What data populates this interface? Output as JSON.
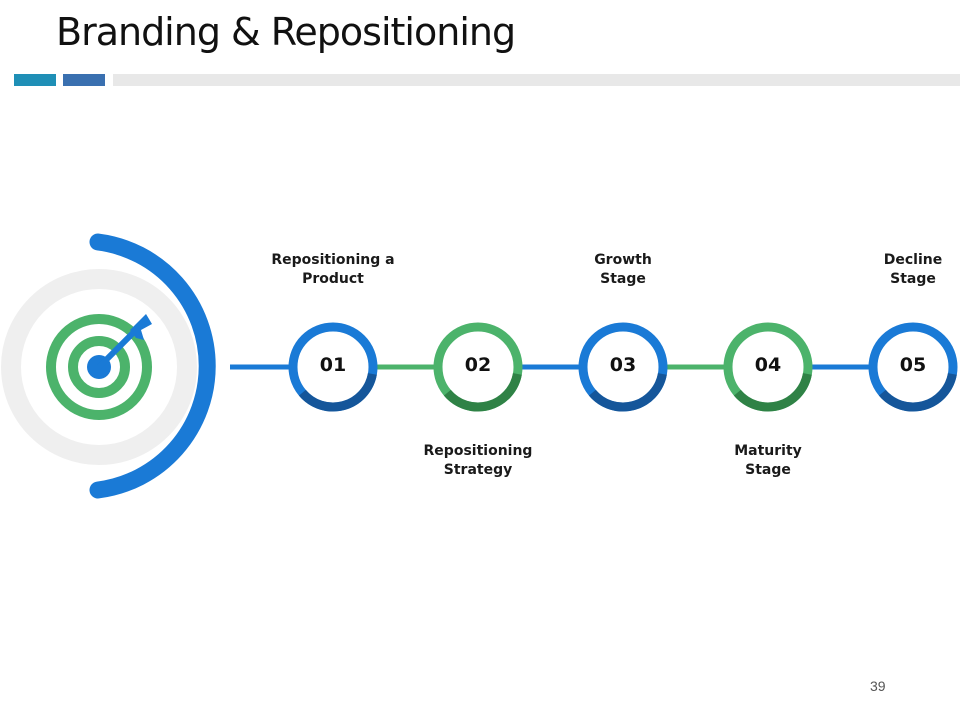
{
  "title": "Branding & Repositioning",
  "page_number": "39",
  "colors": {
    "blue": "#1a7ad6",
    "blue_dark": "#15569a",
    "green": "#4cb36b",
    "green_dark": "#2f8246",
    "gray_ring": "#efefef"
  },
  "steps": [
    {
      "number": "01",
      "label": "Repositioning a Product",
      "color": "blue",
      "label_position": "top"
    },
    {
      "number": "02",
      "label": "Repositioning Strategy",
      "color": "green",
      "label_position": "bottom"
    },
    {
      "number": "03",
      "label": "Growth Stage",
      "color": "blue",
      "label_position": "top"
    },
    {
      "number": "04",
      "label": "Maturity Stage",
      "color": "green",
      "label_position": "bottom"
    },
    {
      "number": "05",
      "label": "Decline Stage",
      "color": "blue",
      "label_position": "top"
    }
  ]
}
